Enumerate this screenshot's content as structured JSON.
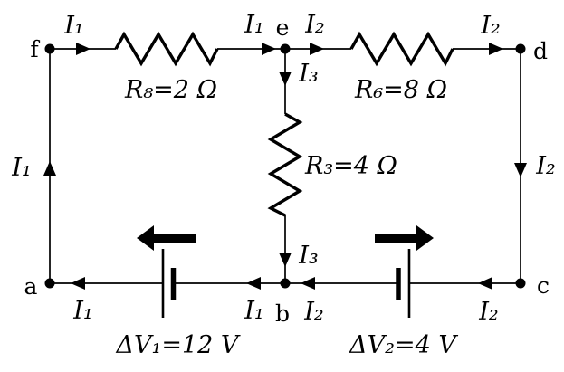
{
  "diagram": {
    "title": "two-loop-dc-circuit",
    "background_color": "#ffffff",
    "ink_color": "#000000"
  },
  "nodes": {
    "a": "a",
    "b": "b",
    "c": "c",
    "d": "d",
    "e": "e",
    "f": "f"
  },
  "components": {
    "r8": {
      "label": "R₈=2 Ω",
      "type": "resistor",
      "value_ohms": 2
    },
    "r6": {
      "label": "R₆=8 Ω",
      "type": "resistor",
      "value_ohms": 8
    },
    "r3": {
      "label": "R₃=4 Ω",
      "type": "resistor",
      "value_ohms": 4
    },
    "v1": {
      "label": "ΔV₁=12 V",
      "type": "battery",
      "value_volts": 12,
      "emf_arrow_direction": "left"
    },
    "v2": {
      "label": "ΔV₂=4 V",
      "type": "battery",
      "value_volts": 4,
      "emf_arrow_direction": "right"
    }
  },
  "currents": {
    "i1": "I₁",
    "i2": "I₂",
    "i3": "I₃"
  }
}
